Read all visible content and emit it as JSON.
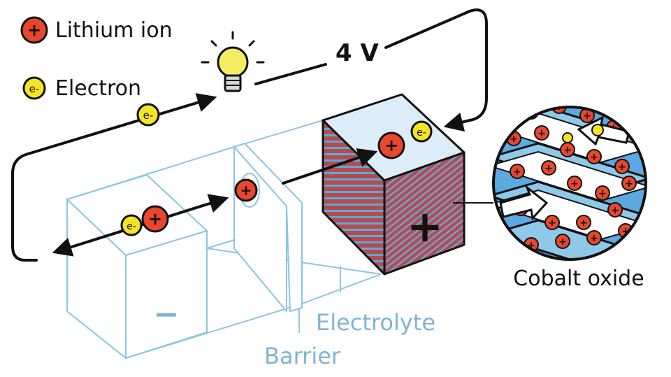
{
  "legend": {
    "lithium_symbol": "+",
    "lithium_label": "Lithium ion",
    "electron_symbol": "e-",
    "electron_label": "Electron"
  },
  "circuit": {
    "voltage_label": "4 V",
    "electron_symbol": "e-"
  },
  "cell": {
    "negative_sign": "−",
    "positive_sign": "+",
    "ion_symbol": "+",
    "electron_symbol": "e-"
  },
  "labels": {
    "electrolyte": "Electrolyte",
    "barrier": "Barrier",
    "cathode": "Cobalt oxide"
  },
  "colors": {
    "ion_red": "#e8472e",
    "electron_yellow": "#f5e426",
    "outline_blue": "#8cc6df",
    "label_blue": "#7fb4d3",
    "stripe_red": "#b84a4a",
    "stripe_blue": "#5aa9e0",
    "cube_top": "#dcedf7",
    "wire": "#111111"
  },
  "icons": {
    "bulb": "light-bulb-icon",
    "ion": "lithium-ion-icon",
    "electron": "electron-icon"
  }
}
